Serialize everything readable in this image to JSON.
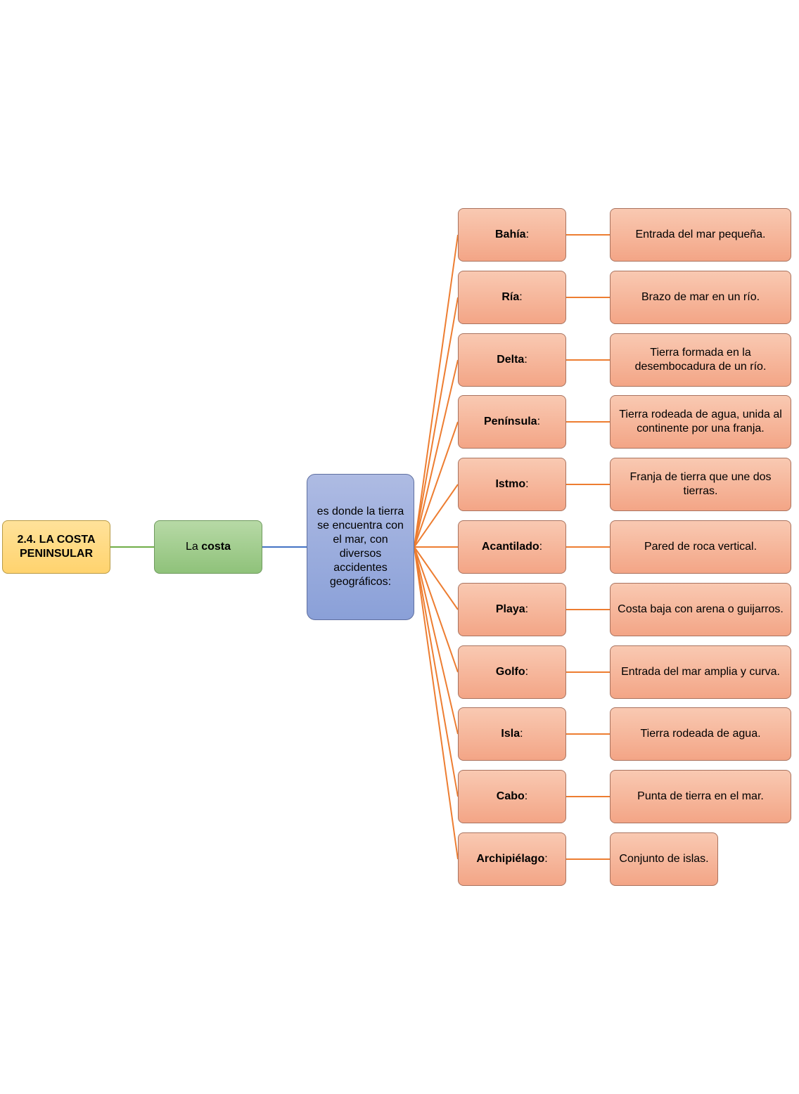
{
  "root": {
    "label": "2.4. LA COSTA PENINSULAR"
  },
  "concept": {
    "prefix": "La ",
    "keyword": "costa"
  },
  "description": {
    "text": "es donde la tierra se encuentra con el mar, con diversos accidentes geográficos:"
  },
  "colors": {
    "root_fill": "#ffd36e",
    "concept_fill": "#8fc27a",
    "description_fill": "#8aa0d8",
    "item_fill": "#f3a586",
    "root_link": "#70ad47",
    "concept_link": "#4472c4",
    "item_link": "#ed7d31"
  },
  "items": [
    {
      "term": "Bahía",
      "suffix": ":",
      "definition": "Entrada del mar pequeña."
    },
    {
      "term": "Ría",
      "suffix": ":",
      "definition": "Brazo de mar en un río."
    },
    {
      "term": "Delta",
      "suffix": ":",
      "definition": "Tierra formada en la desembocadura de un río."
    },
    {
      "term": "Península",
      "suffix": ":",
      "definition": "Tierra rodeada de agua, unida al continente por una franja."
    },
    {
      "term": "Istmo",
      "suffix": ":",
      "definition": "Franja de tierra que une dos tierras."
    },
    {
      "term": "Acantilado",
      "suffix": ":",
      "definition": "Pared de roca vertical."
    },
    {
      "term": "Playa",
      "suffix": ":",
      "definition": "Costa baja con arena o guijarros."
    },
    {
      "term": "Golfo",
      "suffix": ":",
      "definition": "Entrada del mar amplia y curva."
    },
    {
      "term": "Isla",
      "suffix": ":",
      "definition": "Tierra rodeada de agua."
    },
    {
      "term": "Cabo",
      "suffix": ":",
      "definition": "Punta de tierra en el mar."
    },
    {
      "term": "Archipiélago",
      "suffix": ":",
      "definition": "Conjunto de islas."
    }
  ]
}
